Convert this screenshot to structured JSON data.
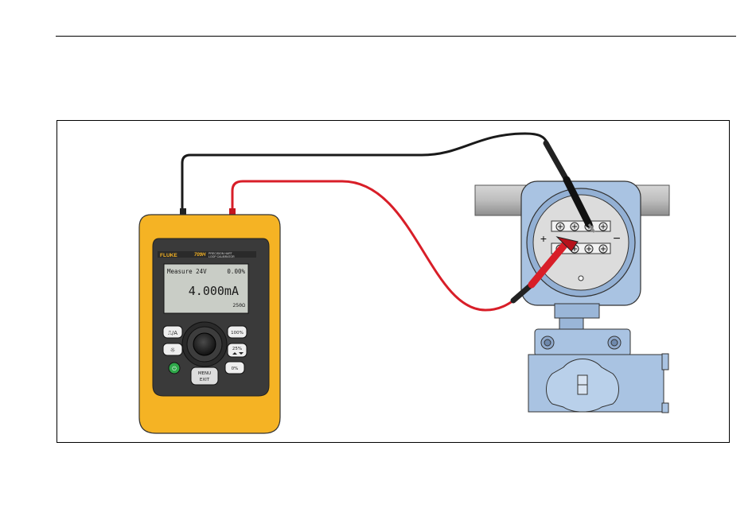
{
  "calibrator": {
    "brand": "FLUKE",
    "model": "709H",
    "subtitle_line1": "PRECISION HART",
    "subtitle_line2": "LOOP CALIBRATOR",
    "display": {
      "mode": "Measure 24V",
      "percent": "0.00%",
      "reading": "4.000mA",
      "resistor": "250Ω"
    },
    "keys": {
      "mode_key": "⎍/A",
      "light_key": "☼",
      "power_key": "⏻",
      "menu_key_line1": "MENU",
      "menu_key_line2": "EXIT",
      "key_100": "100%",
      "key_25": "25%",
      "key_0": "0%"
    }
  },
  "transmitter": {
    "plus_label": "+",
    "minus_label": "−"
  },
  "colors": {
    "case_yellow": "#f5b324",
    "case_dark": "#3a3a3a",
    "lcd": "#c9cdc6",
    "transmitter_blue": "#a9c3e2",
    "pipe_gray": "#b8b8b8",
    "lead_red": "#e0202a",
    "lead_black": "#1a1a1a"
  }
}
